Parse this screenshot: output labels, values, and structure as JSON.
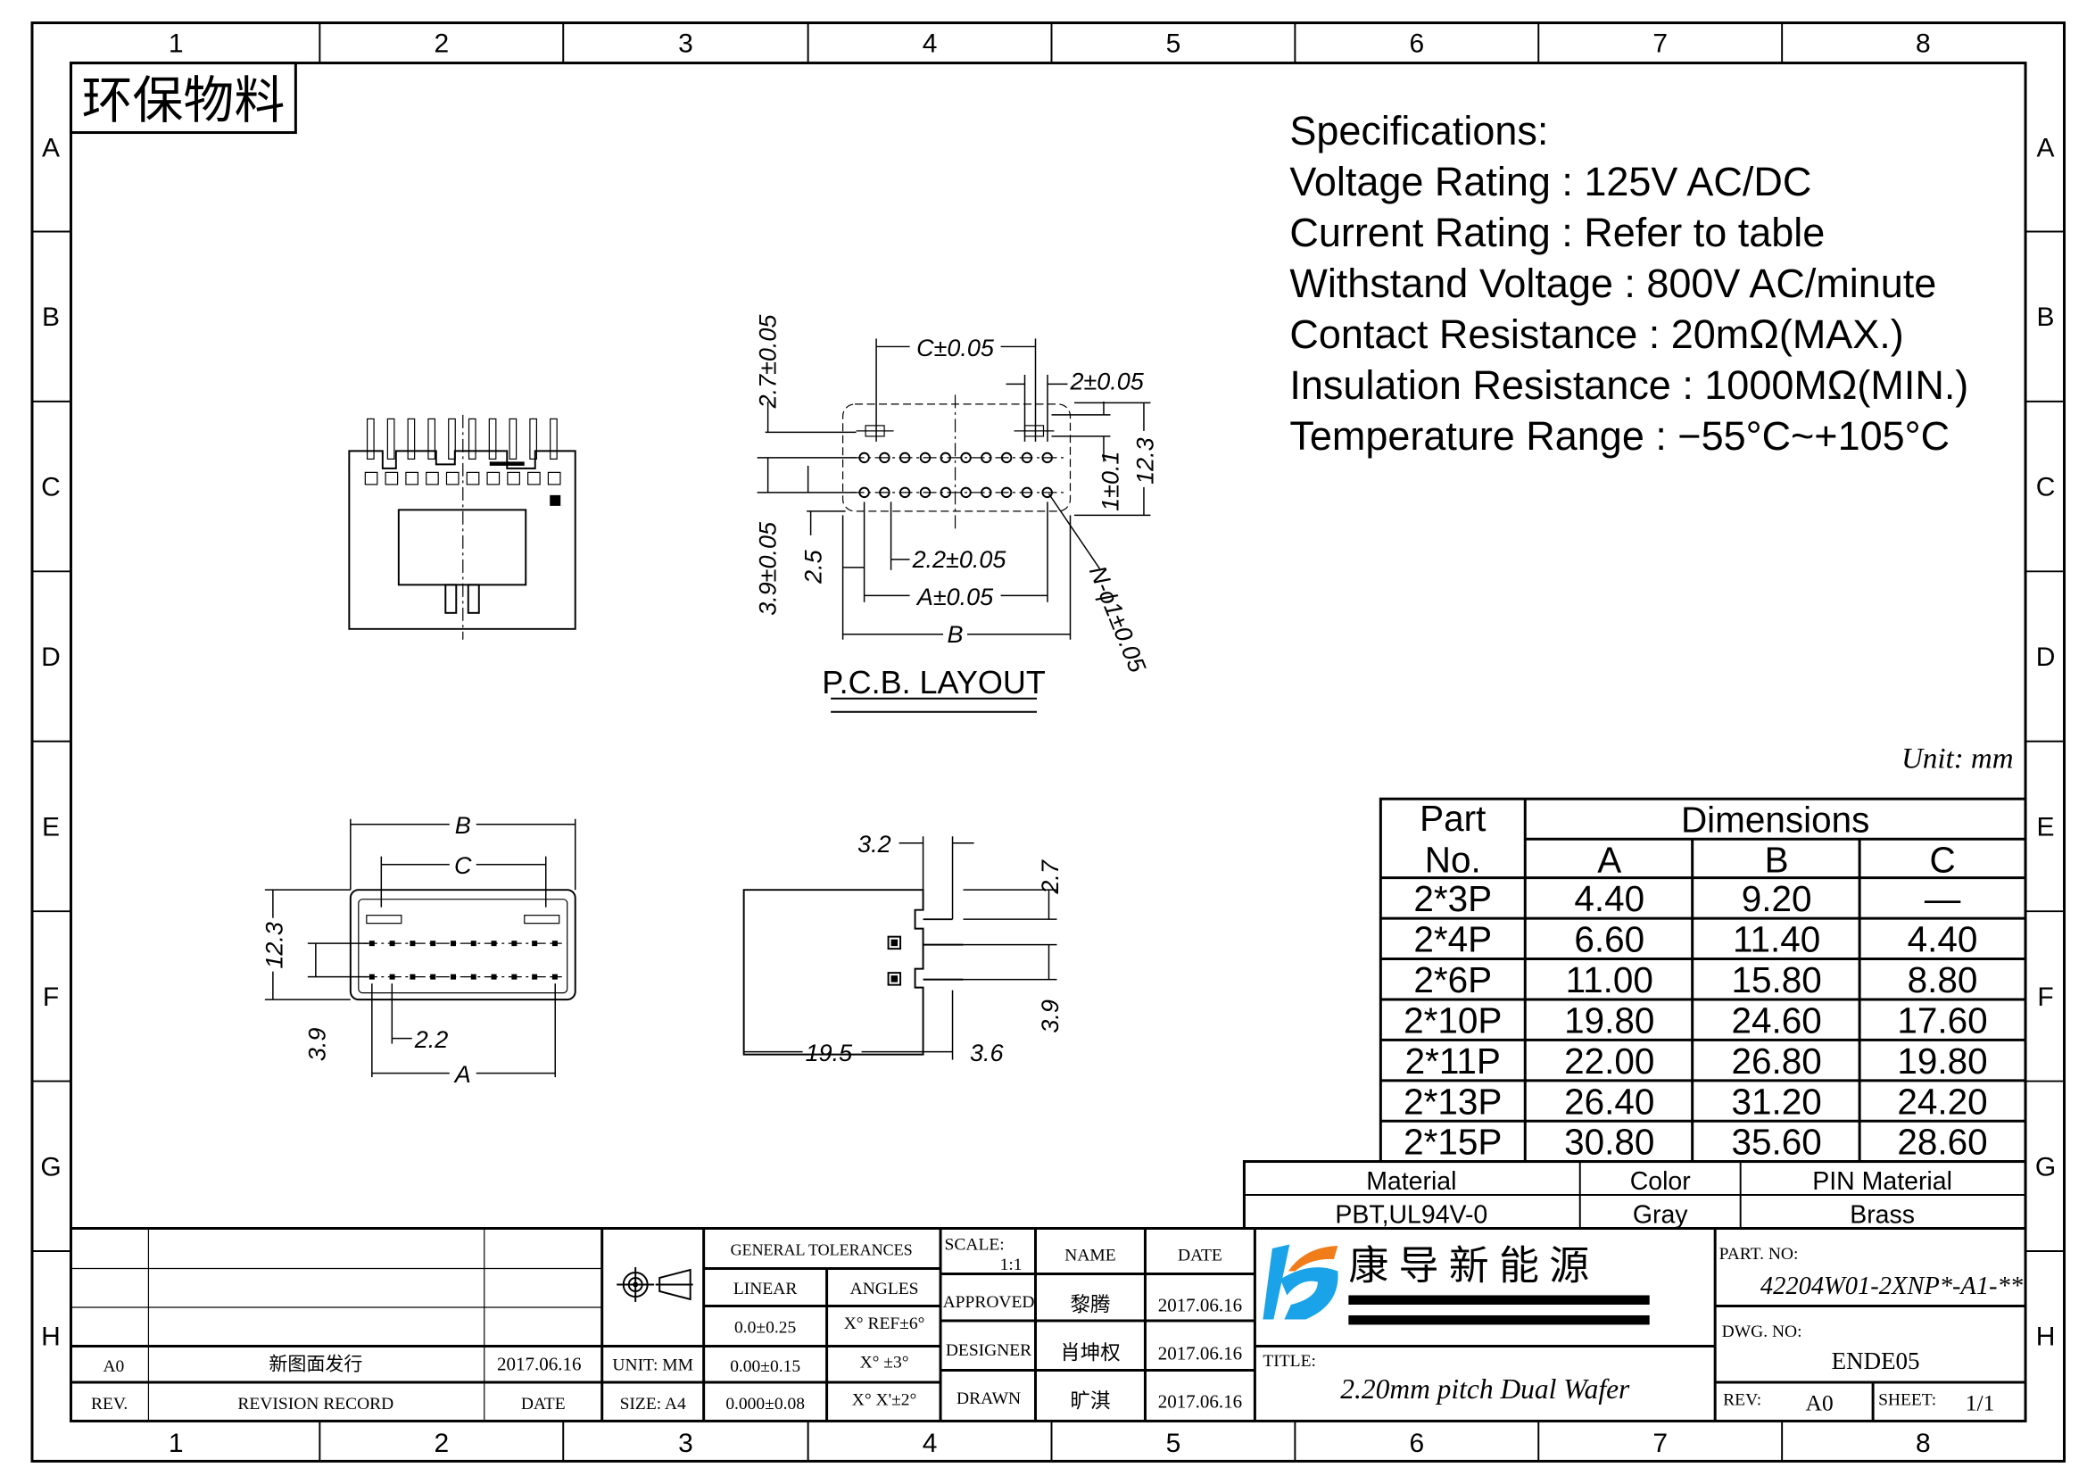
{
  "grid": {
    "columns": [
      "1",
      "2",
      "3",
      "4",
      "5",
      "6",
      "7",
      "8"
    ],
    "rows": [
      "A",
      "B",
      "C",
      "D",
      "E",
      "F",
      "G",
      "H"
    ]
  },
  "stamp": "环保物料",
  "specs": {
    "heading": "Specifications:",
    "lines": [
      "Voltage  Rating  :  125V  AC/DC",
      "Current  Rating  :  Refer  to  table",
      "Withstand  Voltage  :  800V  AC/minute",
      "Contact  Resistance  :  20mΩ(MAX.)",
      "Insulation  Resistance  :  1000MΩ(MIN.)",
      "Temperature  Range  :  −55°C~+105°C"
    ]
  },
  "unit_note": "Unit: mm",
  "pcb": {
    "title": "P.C.B.  LAYOUT",
    "dims": {
      "c": "C±0.05",
      "two": "2±0.05",
      "v27": "2.7±0.05",
      "v39": "3.9±0.05",
      "v25": "2.5",
      "pitch": "2.2±0.05",
      "a": "A±0.05",
      "b": "B",
      "v1": "1±0.1",
      "v123": "12.3",
      "hole": "N-ϕ1±0.05"
    }
  },
  "bottom_view": {
    "b": "B",
    "c": "C",
    "h": "12.3",
    "v39": "3.9",
    "pitch": "2.2",
    "a": "A"
  },
  "side_view": {
    "w32": "3.2",
    "h27": "2.7",
    "h39": "3.9",
    "w195": "19.5",
    "w36": "3.6"
  },
  "dim_table": {
    "part_label_1": "Part",
    "part_label_2": "No.",
    "dimensions_label": "Dimensions",
    "columns": [
      "A",
      "B",
      "C"
    ],
    "rows": [
      {
        "part": "2*3P",
        "a": "4.40",
        "b": "9.20",
        "c": "—"
      },
      {
        "part": "2*4P",
        "a": "6.60",
        "b": "11.40",
        "c": "4.40"
      },
      {
        "part": "2*6P",
        "a": "11.00",
        "b": "15.80",
        "c": "8.80"
      },
      {
        "part": "2*10P",
        "a": "19.80",
        "b": "24.60",
        "c": "17.60"
      },
      {
        "part": "2*11P",
        "a": "22.00",
        "b": "26.80",
        "c": "19.80"
      },
      {
        "part": "2*13P",
        "a": "26.40",
        "b": "31.20",
        "c": "24.20"
      },
      {
        "part": "2*15P",
        "a": "30.80",
        "b": "35.60",
        "c": "28.60"
      }
    ]
  },
  "material": {
    "headers": [
      "Material",
      "Color",
      "PIN  Material"
    ],
    "values": [
      "PBT,UL94V-0",
      "Gray",
      "Brass"
    ]
  },
  "title_block": {
    "revision": {
      "rev": "A0",
      "record": "新图面发行",
      "date": "2017.06.16",
      "rev_label": "REV.",
      "record_label": "REVISION RECORD",
      "date_label": "DATE"
    },
    "unit": "UNIT:  MM",
    "size": "SIZE:  A4",
    "tolerances": {
      "heading": "GENERAL  TOLERANCES",
      "linear": "LINEAR",
      "angles": "ANGLES",
      "linear_values": [
        "0.0±0.25",
        "0.00±0.15",
        "0.000±0.08"
      ],
      "angle_values": [
        "X°  REF±6°",
        "X°  ±3°",
        "X°  X'±2°"
      ]
    },
    "scale_label": "SCALE:",
    "scale": "1:1",
    "name_label": "NAME",
    "date_label": "DATE",
    "approved": {
      "label": "APPROVED",
      "name": "黎腾",
      "date": "2017.06.16"
    },
    "designer": {
      "label": "DESIGNER",
      "name": "肖坤权",
      "date": "2017.06.16"
    },
    "drawn": {
      "label": "DRAWN",
      "name": "旷淇",
      "date": "2017.06.16"
    },
    "company": "康 导 新 能 源",
    "title_label": "TITLE:",
    "title": "2.20mm pitch Dual Wafer",
    "part_no_label": "PART. NO:",
    "part_no": "42204W01-2XNP*-A1-**",
    "dwg_no_label": "DWG. NO:",
    "dwg_no": "ENDE05",
    "rev_label": "REV:",
    "rev": "A0",
    "sheet_label": "SHEET:",
    "sheet": "1/1"
  },
  "colors": {
    "logo_blue": "#1aa3e8",
    "logo_orange": "#f07d1a"
  }
}
